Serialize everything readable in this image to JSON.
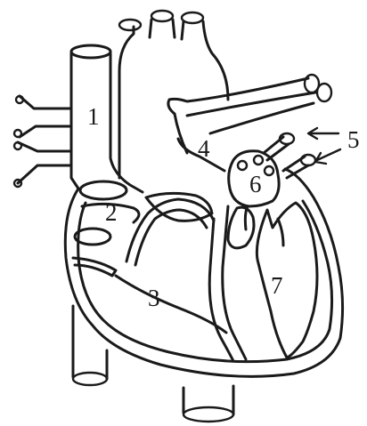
{
  "diagram": {
    "labels": {
      "l1": "1",
      "l2": "2",
      "l3": "3",
      "l4": "4",
      "l5": "5",
      "l6": "6",
      "l7": "7"
    },
    "stroke_color": "#1a1a1a",
    "background_color": "#ffffff"
  }
}
